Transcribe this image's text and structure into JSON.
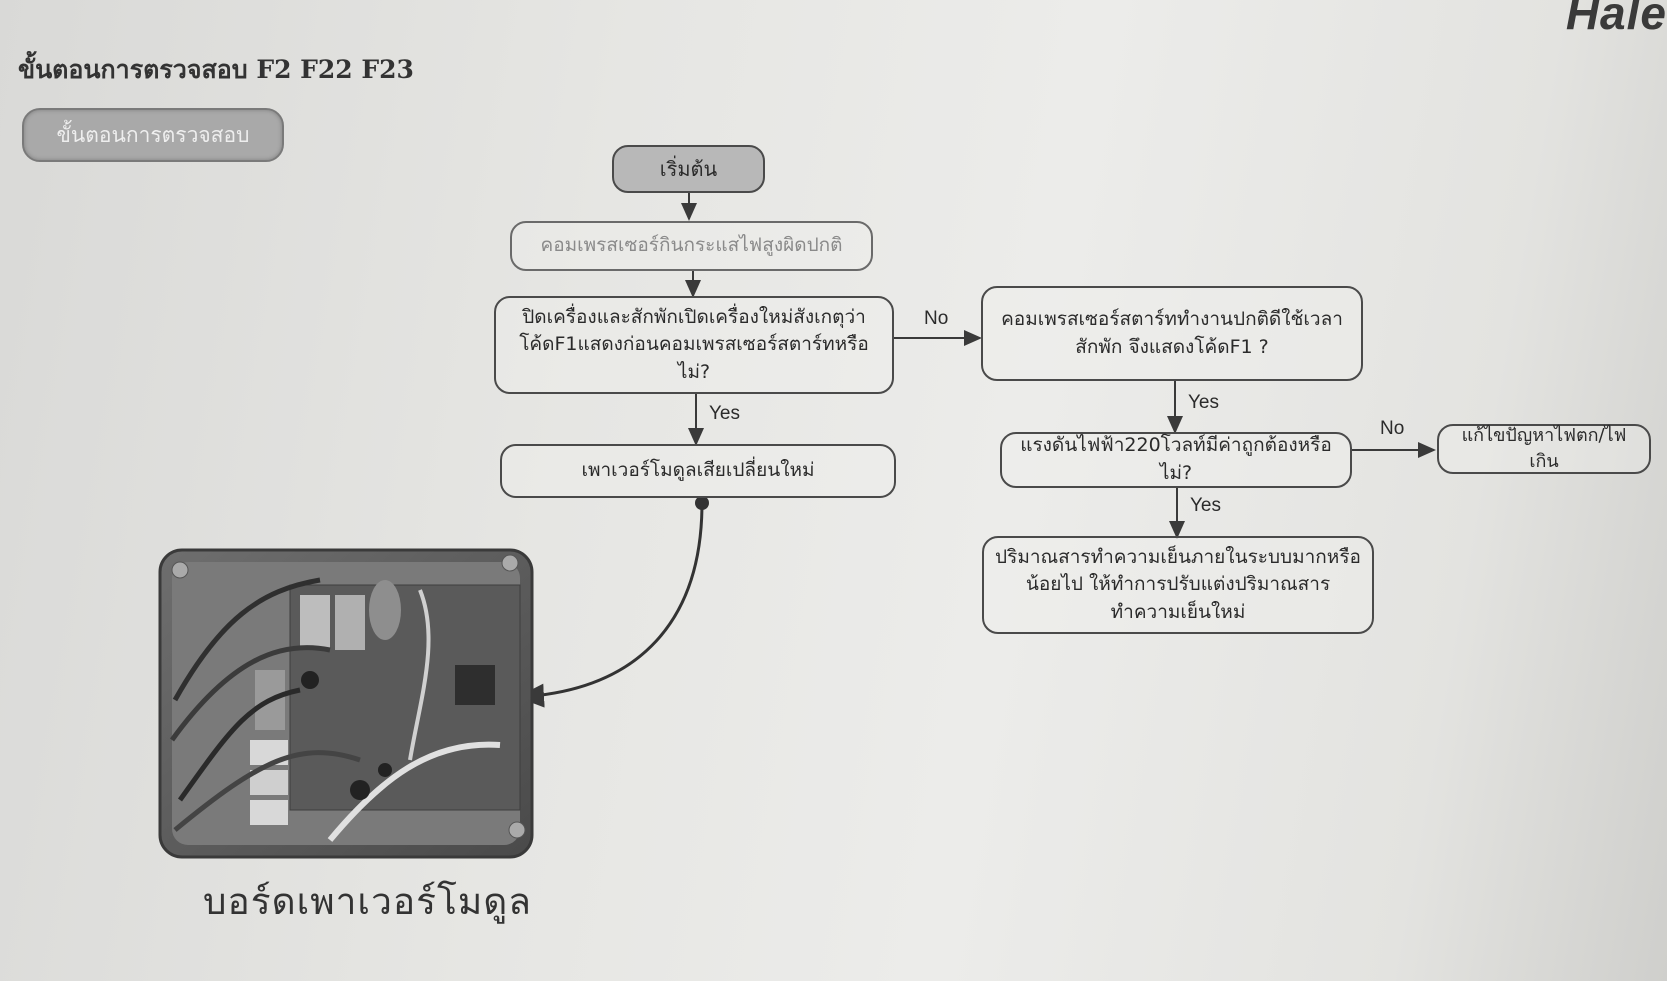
{
  "page": {
    "title": "ขั้นตอนการตรวจสอบ F2 F22 F23",
    "brand": "Hale",
    "section_label": "ขั้นตอนการตรวจสอบ"
  },
  "flowchart": {
    "start": "เริ่มต้น",
    "step_overcurrent": "คอมเพรสเซอร์กินกระแสไฟสูงผิดปกติ",
    "question_f1": "ปิดเครื่องและสักพักเปิดเครื่องใหม่สังเกตุว่า โค้ดF1แสดงก่อนคอมเพรสเซอร์สตาร์ทหรือไม่?",
    "replace_module": "เพาเวอร์โมดูลเสียเปลี่ยนใหม่",
    "compressor_normal": "คอมเพรสเซอร์สตาร์ททำงานปกติดีใช้เวลาสักพัก จึงแสดงโค้ดF1 ?",
    "question_voltage": "แรงดันไฟฟ้า220โวลท์มีค่าถูกต้องหรือไม่?",
    "fix_voltage": "แก้ไขปัญหาไฟตก/ไฟเกิน",
    "refrigerant": "ปริมาณสารทำความเย็นภายในระบบมากหรือน้อยไป ให้ทำการปรับแต่งปริมาณสารทำความเย็นใหม่",
    "labels": {
      "yes": "Yes",
      "no": "No"
    }
  },
  "photo": {
    "caption": "บอร์ดเพาเวอร์โมดูล"
  }
}
